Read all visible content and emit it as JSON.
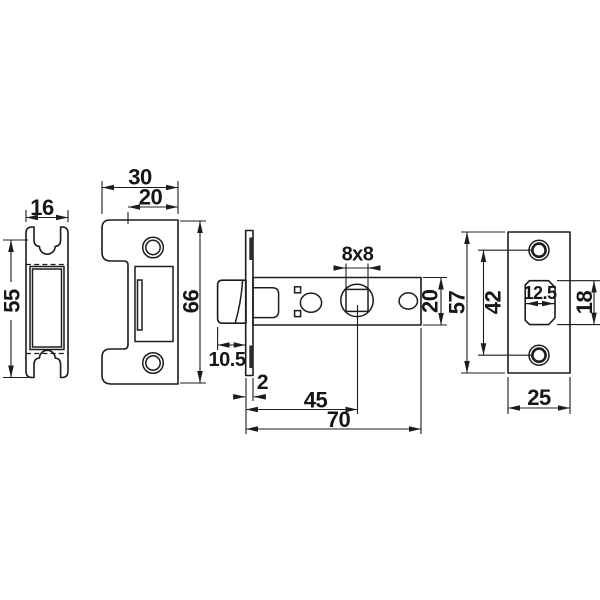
{
  "drawing": {
    "kind": "technical-dimension-drawing",
    "subject": "tubular latch lock set with strike plate and faceplate",
    "background": "#ffffff",
    "line_color": "#1c1c1c",
    "parts": {
      "dust_box": {
        "name": "dust box side view",
        "width_mm": "16",
        "height_mm": "55"
      },
      "strike_plate": {
        "name": "strike plate front view",
        "overall_width_mm": "30",
        "plate_width_mm": "20",
        "height_mm": "66"
      },
      "latch_case": {
        "name": "latch case side view",
        "bolt_projection_mm": "10.5",
        "faceplate_thickness_mm": "2",
        "spindle_hole": "8x8",
        "backset_mm": "45",
        "case_length_mm": "70",
        "case_height_mm": "20"
      },
      "faceplate": {
        "name": "faceplate front view",
        "height_mm": "57",
        "hole_spacing_mm": "42",
        "bolt_width_mm": "12.5",
        "bolt_height_mm": "18",
        "width_mm": "25"
      }
    }
  }
}
